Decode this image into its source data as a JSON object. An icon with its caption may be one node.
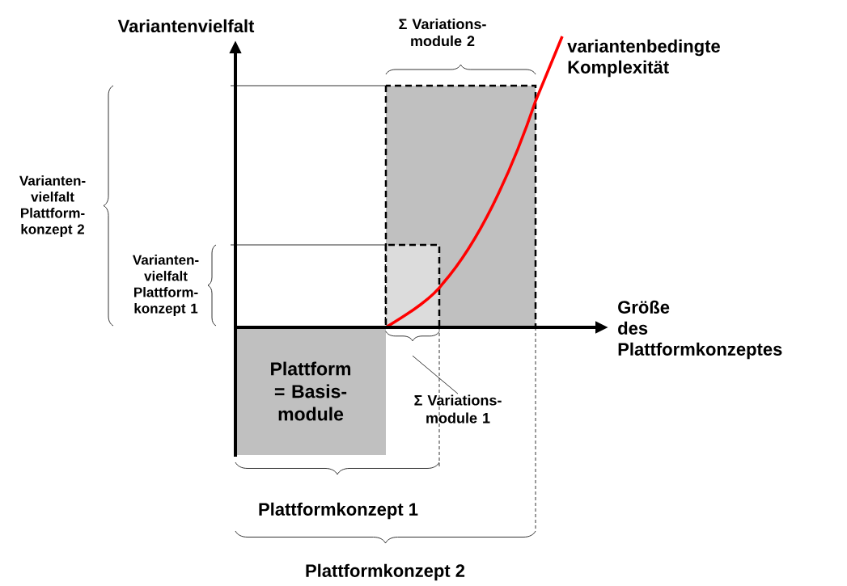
{
  "diagram": {
    "nodes": [
      {
        "text": [
          "Plattform = Basis- module"
        ]
      },
      {
        "text": [
          "Σ Variations- module 1"
        ]
      },
      {
        "text": [],
        "shape": "brace"
      }
    ],
    "edges": [
      {
        "from": 1,
        "to": 2,
        "arrow": "none"
      }
    ],
    "labels": [
      "Variantenvielfalt",
      "Σ Variations- module 2",
      "variantenbedingte Komplexität",
      "Varianten- vielfalt Plattform- konzept 2",
      "Varianten- vielfalt Plattform- konzept 1",
      "Größe des Plattformkonzeptes",
      "Plattformkonzept 1",
      "Plattformkonzept 2"
    ]
  }
}
